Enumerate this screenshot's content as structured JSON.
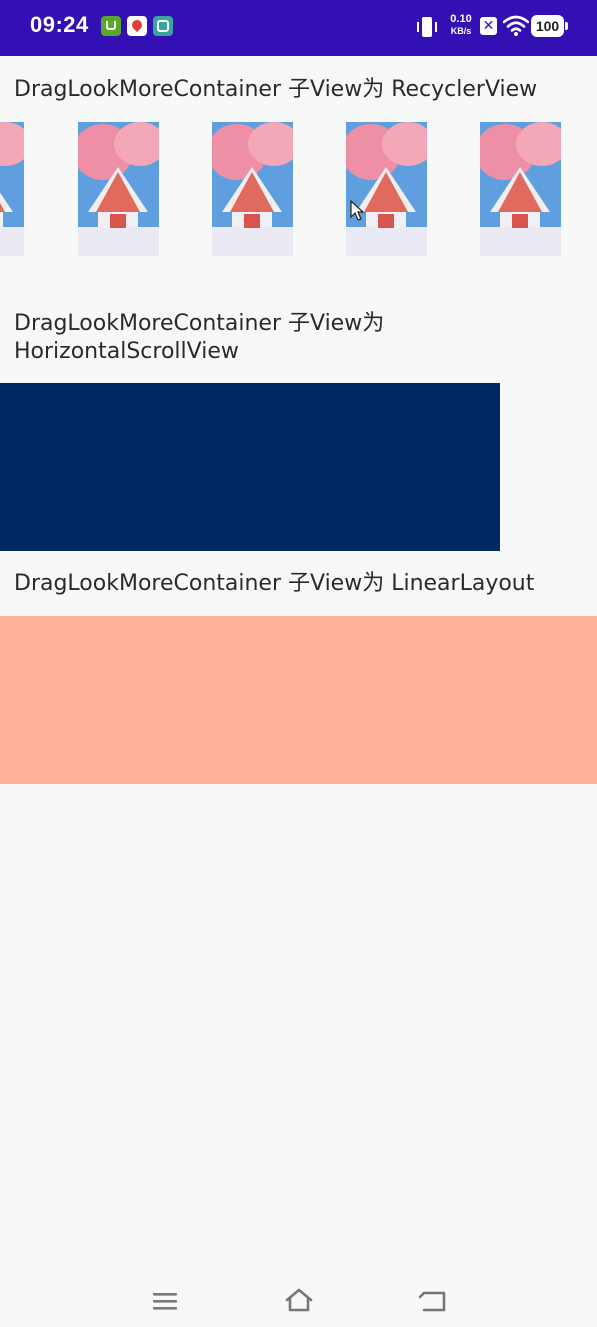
{
  "status_bar": {
    "time": "09:24",
    "net_speed_value": "0.10",
    "net_speed_unit": "KB/s",
    "battery": "100",
    "background_color": "#3310b3",
    "icons": [
      "app-badge-green",
      "app-badge-location",
      "app-badge-teal",
      "vibrate-icon",
      "x-icon",
      "wifi-icon",
      "battery-icon"
    ]
  },
  "sections": {
    "recycler": {
      "title": "DragLookMoreContainer 子View为 RecyclerView",
      "item_count": 5
    },
    "hscroll": {
      "title": "DragLookMoreContainer 子View为 HorizontalScrollView",
      "block_color": "#002963"
    },
    "linear": {
      "title": "DragLookMoreContainer 子View为 LinearLayout",
      "block_color": "#ffb199"
    }
  },
  "nav_bar": {
    "icons": [
      "menu-icon",
      "home-icon",
      "back-icon"
    ]
  }
}
